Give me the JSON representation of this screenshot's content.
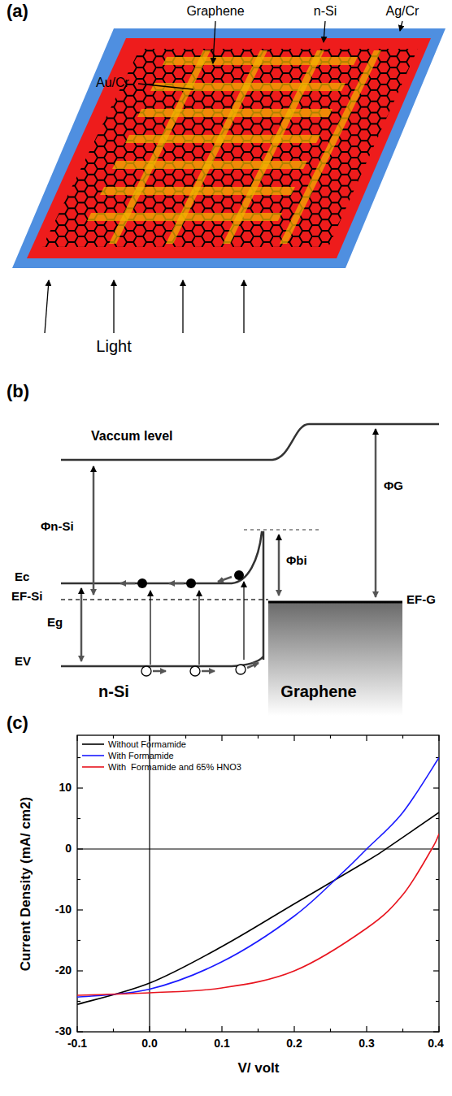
{
  "diagram": {
    "labels": [
      "(a)",
      "Graphene",
      "n-Si",
      "Ag/Cr",
      "Au/Cr",
      "Light",
      "(b)",
      "Vaccum level",
      "Φn-Si",
      "ΦG",
      "Φbi",
      "Ec",
      "EF-Si",
      "Eg",
      "EV",
      "EF-G",
      "n-Si",
      "Graphene",
      "(c)",
      "Current Density (mA/ cm2)",
      "V/ volt",
      "10",
      "0",
      "-10",
      "-20",
      "-30",
      "-0.1",
      "0.0",
      "0.1",
      "0.2",
      "0.3",
      "0.4"
    ],
    "legend": [
      {
        "text": "Without Formamide"
      },
      {
        "text": "With Formamide"
      },
      {
        "text": "With  Formamide and 65% HNO3"
      }
    ]
  }
}
